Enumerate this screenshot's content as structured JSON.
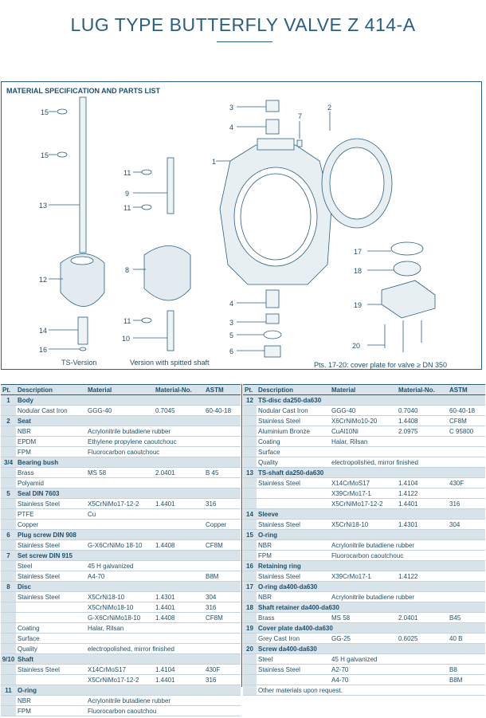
{
  "title": "LUG TYPE BUTTERFLY VALVE Z 414-A",
  "panel_title": "MATERIAL SPECIFICATION AND PARTS LIST",
  "captions": {
    "ts_version": "TS-Version",
    "split_shaft": "Version with spitted shaft",
    "cover_note": "Pts. 17-20: cover plate for valve ≥ DN 350"
  },
  "callouts": [
    "15",
    "15",
    "13",
    "12",
    "14",
    "16",
    "11",
    "9",
    "11",
    "8",
    "11",
    "10",
    "3",
    "4",
    "7",
    "2",
    "1",
    "17",
    "18",
    "19",
    "20",
    "4",
    "3",
    "5",
    "6"
  ],
  "headers": [
    "Pt.",
    "Description",
    "Material",
    "Material-No.",
    "ASTM"
  ],
  "left_rows": [
    {
      "pt": "1",
      "desc": "Body",
      "group": true
    },
    {
      "pt": "",
      "desc": "Nodular Cast Iron",
      "mat": "GGG-40",
      "no": "0.7045",
      "astm": "60-40-18"
    },
    {
      "pt": "2",
      "desc": "Seat",
      "group": true
    },
    {
      "pt": "",
      "desc": "NBR",
      "mat": "Acrylonitrile butadiene rubber"
    },
    {
      "pt": "",
      "desc": "EPDM",
      "mat": "Ethylene propylene caoutchouc"
    },
    {
      "pt": "",
      "desc": "FPM",
      "mat": "Fluorocarbon caoutchouc"
    },
    {
      "pt": "3/4",
      "desc": "Bearing bush",
      "group": true
    },
    {
      "pt": "",
      "desc": "Brass",
      "mat": "MS 58",
      "no": "2.0401",
      "astm": "B 45"
    },
    {
      "pt": "",
      "desc": "Polyamid"
    },
    {
      "pt": "5",
      "desc": "Seal DIN 7603",
      "group": true
    },
    {
      "pt": "",
      "desc": "Stainless Steel",
      "mat": "X5CrNiMo17-12-2",
      "no": "1.4401",
      "astm": "316"
    },
    {
      "pt": "",
      "desc": "PTFE",
      "mat": "Cu"
    },
    {
      "pt": "",
      "desc": "Copper",
      "astm": "Copper"
    },
    {
      "pt": "6",
      "desc": "Plug screw DIN 908",
      "group": true
    },
    {
      "pt": "",
      "desc": "Stainless Steel",
      "mat": "G-X6CrNiMo 18-10",
      "no": "1.4408",
      "astm": "CF8M"
    },
    {
      "pt": "7",
      "desc": "Set screw DIN 915",
      "group": true
    },
    {
      "pt": "",
      "desc": "Steel",
      "mat": "45 H galvanized"
    },
    {
      "pt": "",
      "desc": "Stainless Steel",
      "mat": "A4-70",
      "astm": "B8M"
    },
    {
      "pt": "8",
      "desc": "Disc",
      "group": true
    },
    {
      "pt": "",
      "desc": "Stainless Steel",
      "mat": "X5CrNi18-10",
      "no": "1.4301",
      "astm": "304"
    },
    {
      "pt": "",
      "desc": "",
      "mat": "X5CrNiMo18-10",
      "no": "1.4401",
      "astm": "316"
    },
    {
      "pt": "",
      "desc": "",
      "mat": "G-X6CrNiMo18-10",
      "no": "1.4408",
      "astm": "CF8M"
    },
    {
      "pt": "",
      "desc": "Coating",
      "mat": "Halar, Rilsan"
    },
    {
      "pt": "",
      "desc": "Surface"
    },
    {
      "pt": "",
      "desc": "Quality",
      "mat": "electropolished, mirror finished"
    },
    {
      "pt": "9/10",
      "desc": "Shaft",
      "group": true
    },
    {
      "pt": "",
      "desc": "Stainless Steel",
      "mat": "X14CrMoS17",
      "no": "1.4104",
      "astm": "430F"
    },
    {
      "pt": "",
      "desc": "",
      "mat": "X5CrNiMo17-12-2",
      "no": "1.4401",
      "astm": "316"
    },
    {
      "pt": "11",
      "desc": "O-ring",
      "group": true
    },
    {
      "pt": "",
      "desc": "NBR",
      "mat": "Acrylonitrile butadiene rubber"
    },
    {
      "pt": "",
      "desc": "FPM",
      "mat": "Fluorocarbon caoutchou"
    }
  ],
  "right_rows": [
    {
      "pt": "12",
      "desc": "TS-disc da250-da630",
      "group": true
    },
    {
      "pt": "",
      "desc": "Nodular Cast Iron",
      "mat": "GGG-40",
      "no": "0.7040",
      "astm": "60-40-18"
    },
    {
      "pt": "",
      "desc": "Stainless Steel",
      "mat": "X6CrNiMo10-20",
      "no": "1.4408",
      "astm": "CF8M"
    },
    {
      "pt": "",
      "desc": "Aluminium Bronze",
      "mat": "CuAl10Ni",
      "no": "2.0975",
      "astm": "C 95800"
    },
    {
      "pt": "",
      "desc": "Coating",
      "mat": "Halar, Rilsan"
    },
    {
      "pt": "",
      "desc": "Surface"
    },
    {
      "pt": "",
      "desc": "Quality",
      "mat": "electropolished, mirror finished"
    },
    {
      "pt": "13",
      "desc": "TS-shaft da250-da630",
      "group": true
    },
    {
      "pt": "",
      "desc": "Stainless Steel",
      "mat": "X14CrMoS17",
      "no": "1.4104",
      "astm": "430F"
    },
    {
      "pt": "",
      "desc": "",
      "mat": "X39CrMo17-1",
      "no": "1.4122"
    },
    {
      "pt": "",
      "desc": "",
      "mat": "X5CrNiMo17-12-2",
      "no": "1.4401",
      "astm": "316"
    },
    {
      "pt": "14",
      "desc": "Sleeve",
      "group": true
    },
    {
      "pt": "",
      "desc": "Stainless Steel",
      "mat": "X5CrNi18-10",
      "no": "1.4301",
      "astm": "304"
    },
    {
      "pt": "15",
      "desc": "O-ring",
      "group": true
    },
    {
      "pt": "",
      "desc": "NBR",
      "mat": "Acrylonitrile butadiene rubber"
    },
    {
      "pt": "",
      "desc": "FPM",
      "mat": "Fluorocarbon caoutchouc"
    },
    {
      "pt": "16",
      "desc": "Retaining ring",
      "group": true
    },
    {
      "pt": "",
      "desc": "Stainless Steel",
      "mat": "X39CrMo17-1",
      "no": "1.4122"
    },
    {
      "pt": "17",
      "desc": "O-ring da400-da630",
      "group": true
    },
    {
      "pt": "",
      "desc": "NBR",
      "mat": "Acrylonitrile butadiene rubber"
    },
    {
      "pt": "18",
      "desc": "Shaft retainer da400-da630",
      "group": true
    },
    {
      "pt": "",
      "desc": "Brass",
      "mat": "MS 58",
      "no": "2.0401",
      "astm": "B45"
    },
    {
      "pt": "19",
      "desc": "Cover plate da400-da630",
      "group": true
    },
    {
      "pt": "",
      "desc": "Grey Cast Iron",
      "mat": "GG-25",
      "no": "0.6025",
      "astm": "40 B"
    },
    {
      "pt": "20",
      "desc": "Screw da400-da630",
      "group": true
    },
    {
      "pt": "",
      "desc": "Steel",
      "mat": "45 H galvanized"
    },
    {
      "pt": "",
      "desc": "Stainless Steel",
      "mat": "A2-70",
      "astm": "B8"
    },
    {
      "pt": "",
      "desc": "",
      "mat": "A4-70",
      "astm": "B8M"
    },
    {
      "pt": "",
      "desc": "Other materials upon request."
    }
  ]
}
